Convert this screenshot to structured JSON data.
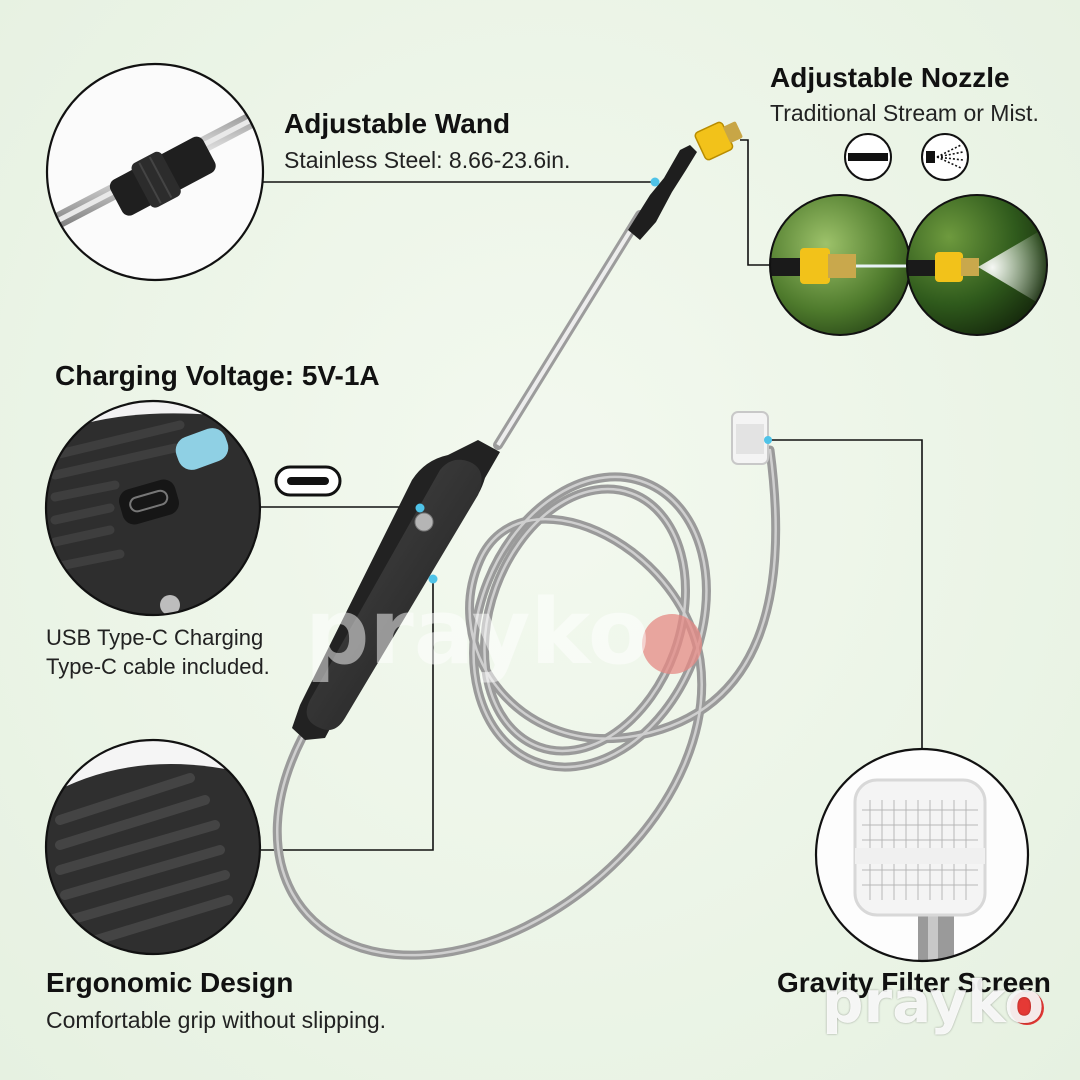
{
  "features": {
    "wand": {
      "title": "Adjustable Wand",
      "subtitle": "Stainless Steel: 8.66-23.6in."
    },
    "nozzle": {
      "title": "Adjustable Nozzle",
      "subtitle": "Traditional Stream or Mist."
    },
    "charging": {
      "title": "Charging Voltage: 5V-1A",
      "line1": "USB Type-C Charging",
      "line2": "Type-C cable included."
    },
    "ergonomic": {
      "title": "Ergonomic Design",
      "subtitle": "Comfortable grip without slipping."
    },
    "filter": {
      "title": "Gravity Filter Screen"
    }
  },
  "watermark": {
    "brand": "prayko"
  },
  "icons": [
    "stream-mode-icon",
    "mist-mode-icon",
    "usb-c-port-icon"
  ],
  "colors": {
    "background": "#eaf3e6",
    "accent_dot": "#4fc3e8",
    "nozzle_yellow": "#f2c21a",
    "watermark_dot": "#e53935"
  }
}
